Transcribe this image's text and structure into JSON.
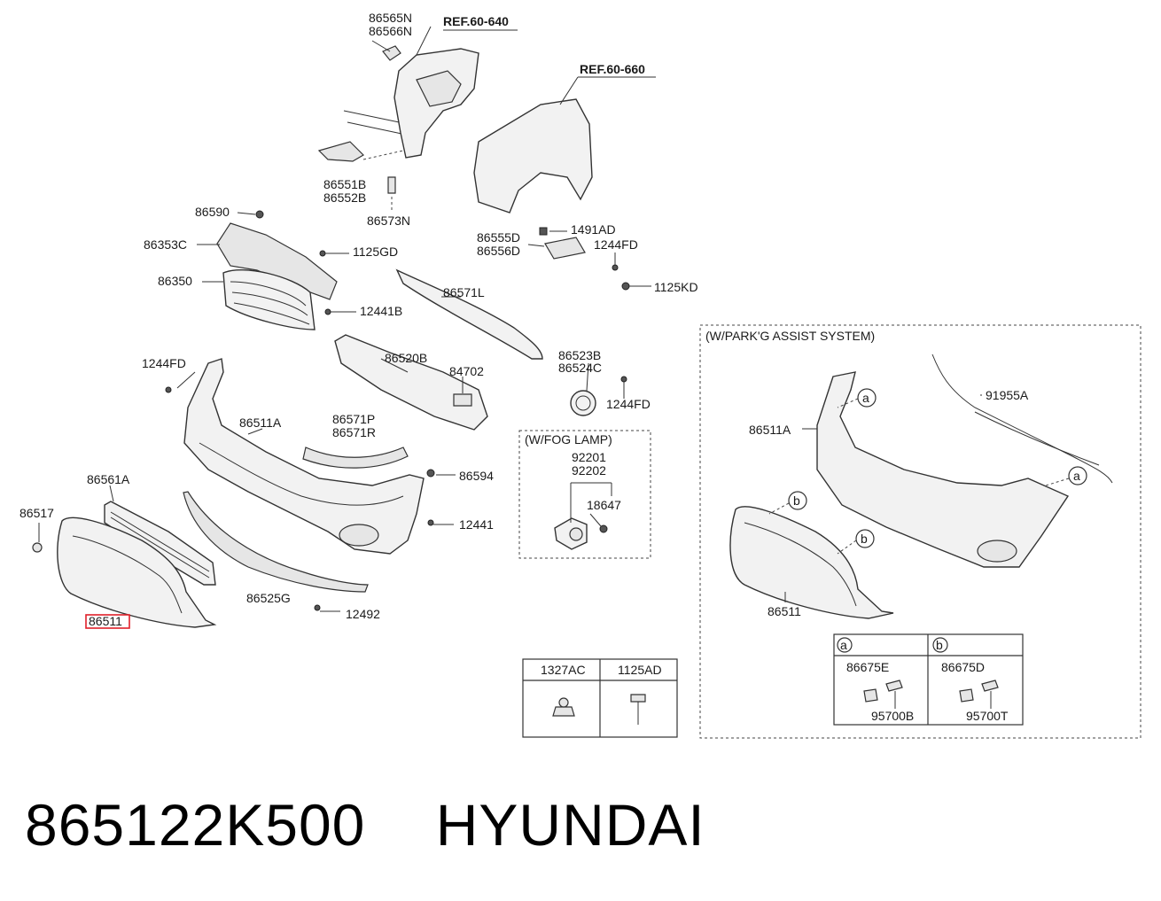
{
  "refs": {
    "ref1": "REF.60-640",
    "ref2": "REF.60-660"
  },
  "labels": {
    "p86565N": "86565N",
    "p86566N": "86566N",
    "p86551B": "86551B",
    "p86552B": "86552B",
    "p86573N": "86573N",
    "p86590": "86590",
    "p86353C": "86353C",
    "p1125GD": "1125GD",
    "p86350": "86350",
    "p12441B": "12441B",
    "p86555D": "86555D",
    "p86556D": "86556D",
    "p1491AD": "1491AD",
    "p1244FD_a": "1244FD",
    "p1125KD": "1125KD",
    "p86571L": "86571L",
    "p1244FD_b": "1244FD",
    "p86520B": "86520B",
    "p84702": "84702",
    "p86523B": "86523B",
    "p86524C": "86524C",
    "p1244FD_c": "1244FD",
    "p86511A": "86511A",
    "p86571P": "86571P",
    "p86571R": "86571R",
    "p86594": "86594",
    "p86561A": "86561A",
    "p86517": "86517",
    "p12441": "12441",
    "p86525G": "86525G",
    "p12492": "12492",
    "p86511": "86511",
    "p92201": "92201",
    "p92202": "92202",
    "p18647": "18647",
    "p91955A": "91955A",
    "park_86511A": "86511A",
    "park_86511": "86511",
    "p86675E": "86675E",
    "p95700B": "95700B",
    "p86675D": "86675D",
    "p95700T": "95700T"
  },
  "sections": {
    "fog": "(W/FOG LAMP)",
    "park": "(W/PARK'G ASSIST SYSTEM)"
  },
  "callouts": {
    "a": "a",
    "b": "b"
  },
  "fastener_table": {
    "col1": "1327AC",
    "col2": "1125AD"
  },
  "caption": {
    "part_number": "865122K500",
    "brand": "HYUNDAI"
  }
}
